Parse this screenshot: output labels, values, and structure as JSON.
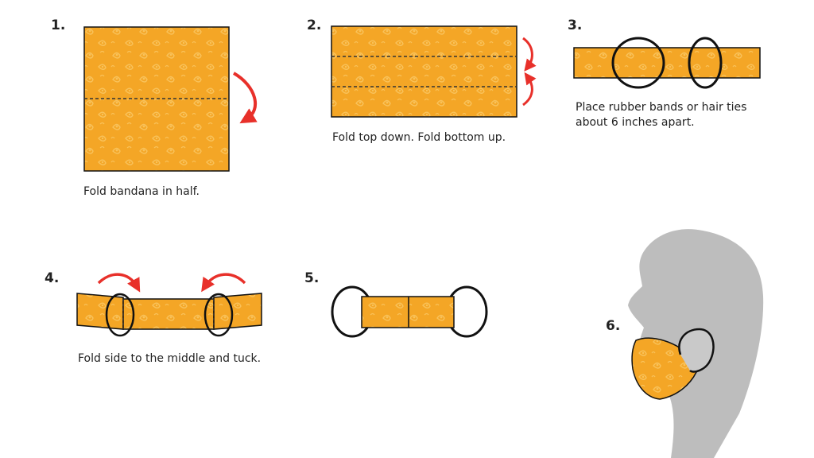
{
  "steps": [
    {
      "number": "1.",
      "caption": "Fold bandana in half."
    },
    {
      "number": "2.",
      "caption": "Fold top down. Fold bottom up."
    },
    {
      "number": "3.",
      "caption_lines": [
        "Place rubber bands or hair ties",
        "about 6 inches apart."
      ]
    },
    {
      "number": "4.",
      "caption": "Fold side to the middle and tuck."
    },
    {
      "number": "5."
    },
    {
      "number": "6."
    }
  ],
  "colors": {
    "fabric": "#F4A626",
    "paisley": "#F9C25A",
    "outline": "#111111",
    "arrow": "#E8302A",
    "head": "#BDBDBD"
  },
  "icons": {
    "fold_arrow": "curved-arrow-icon",
    "band": "rubber-band-icon",
    "head": "head-silhouette-icon"
  }
}
